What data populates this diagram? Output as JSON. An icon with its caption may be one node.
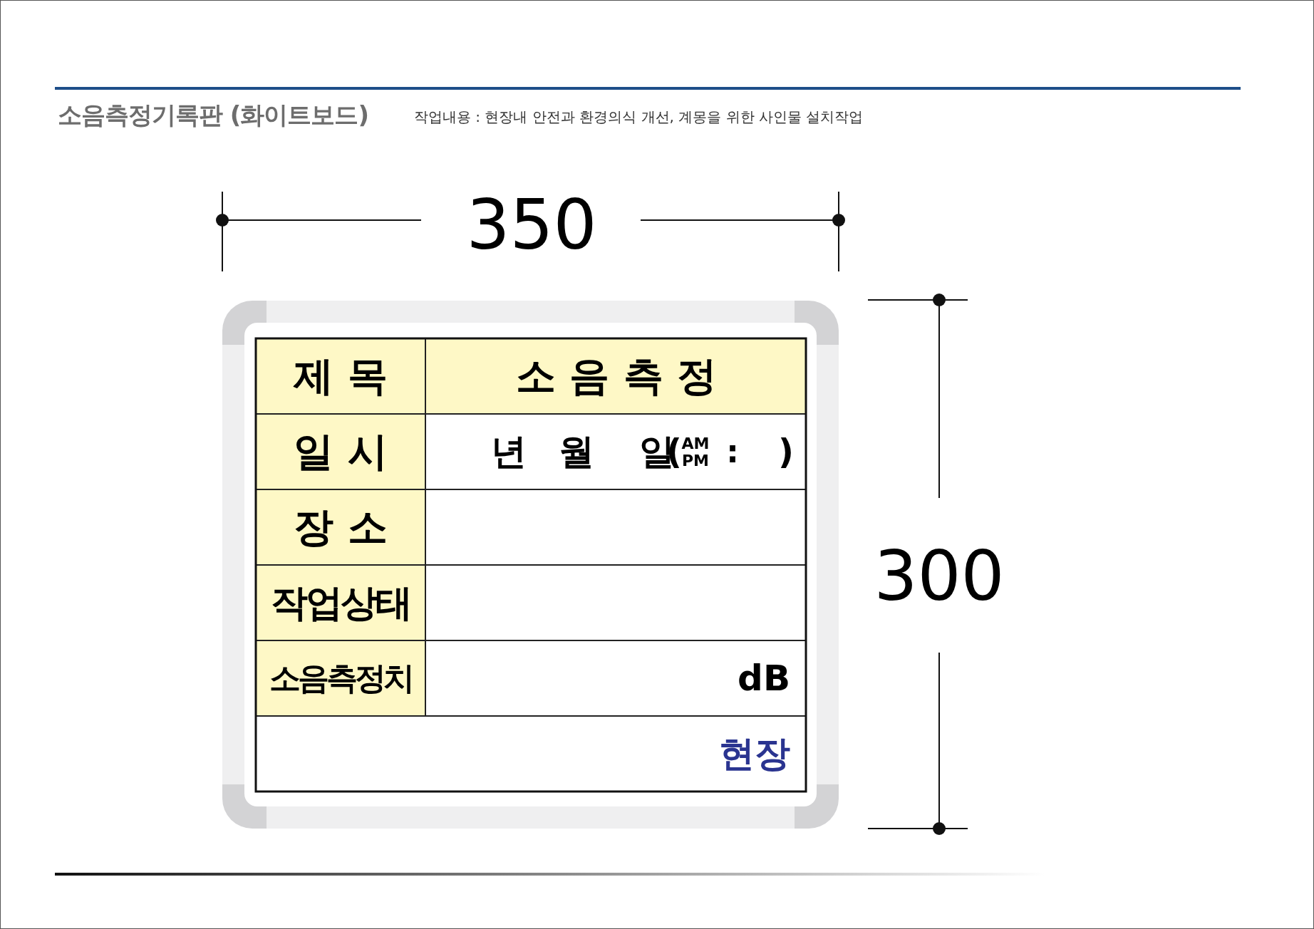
{
  "diagram": {
    "title": "소음측정기록판 (화이트보드)",
    "labels": [
      "작업내용 : 현장내 안전과 환경의식 개선, 계몽을 위한 사인물 설치작업",
      "350",
      "300",
      "제 목",
      "소 음 측 정",
      "일 시",
      "년",
      "월",
      "일",
      "(",
      "AM",
      "PM",
      ":",
      ")",
      "장 소",
      "작업상태",
      "소음측정치",
      "dB",
      "현장"
    ]
  }
}
